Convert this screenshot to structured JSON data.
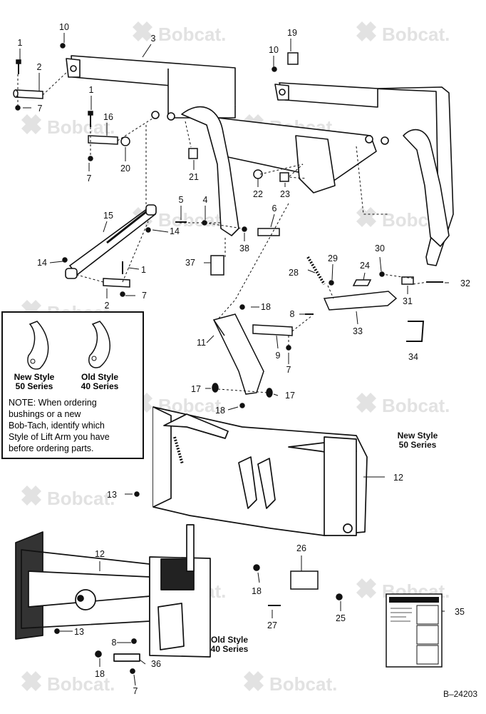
{
  "watermark": {
    "text": "Bobcat."
  },
  "callouts": [
    {
      "id": "c1",
      "n": "1"
    },
    {
      "id": "c10a",
      "n": "10"
    },
    {
      "id": "c3",
      "n": "3"
    },
    {
      "id": "c19",
      "n": "19"
    },
    {
      "id": "c10b",
      "n": "10"
    },
    {
      "id": "c2a",
      "n": "2"
    },
    {
      "id": "c7a",
      "n": "7"
    },
    {
      "id": "c1b",
      "n": "1"
    },
    {
      "id": "c16",
      "n": "16"
    },
    {
      "id": "c7b",
      "n": "7"
    },
    {
      "id": "c20",
      "n": "20"
    },
    {
      "id": "c21",
      "n": "21"
    },
    {
      "id": "c22",
      "n": "22"
    },
    {
      "id": "c23",
      "n": "23"
    },
    {
      "id": "c15",
      "n": "15"
    },
    {
      "id": "c5",
      "n": "5"
    },
    {
      "id": "c4",
      "n": "4"
    },
    {
      "id": "c6",
      "n": "6"
    },
    {
      "id": "c14a",
      "n": "14"
    },
    {
      "id": "c38",
      "n": "38"
    },
    {
      "id": "c14b",
      "n": "14"
    },
    {
      "id": "c37",
      "n": "37"
    },
    {
      "id": "c1c",
      "n": "1"
    },
    {
      "id": "c2b",
      "n": "2"
    },
    {
      "id": "c7c",
      "n": "7"
    },
    {
      "id": "c29",
      "n": "29"
    },
    {
      "id": "c30",
      "n": "30"
    },
    {
      "id": "c28",
      "n": "28"
    },
    {
      "id": "c24",
      "n": "24"
    },
    {
      "id": "c32",
      "n": "32"
    },
    {
      "id": "c31",
      "n": "31"
    },
    {
      "id": "c18a",
      "n": "18"
    },
    {
      "id": "c8a",
      "n": "8"
    },
    {
      "id": "c33",
      "n": "33"
    },
    {
      "id": "c11",
      "n": "11"
    },
    {
      "id": "c9",
      "n": "9"
    },
    {
      "id": "c7d",
      "n": "7"
    },
    {
      "id": "c34",
      "n": "34"
    },
    {
      "id": "c17a",
      "n": "17"
    },
    {
      "id": "c17b",
      "n": "17"
    },
    {
      "id": "c18b",
      "n": "18"
    },
    {
      "id": "c12a",
      "n": "12"
    },
    {
      "id": "c13a",
      "n": "13"
    },
    {
      "id": "c12b",
      "n": "12"
    },
    {
      "id": "c26",
      "n": "26"
    },
    {
      "id": "c18c",
      "n": "18"
    },
    {
      "id": "c25",
      "n": "25"
    },
    {
      "id": "c27",
      "n": "27"
    },
    {
      "id": "c35",
      "n": "35"
    },
    {
      "id": "c13b",
      "n": "13"
    },
    {
      "id": "c8b",
      "n": "8"
    },
    {
      "id": "c36",
      "n": "36"
    },
    {
      "id": "c18d",
      "n": "18"
    },
    {
      "id": "c7e",
      "n": "7"
    }
  ],
  "inset": {
    "new_style_line1": "New Style",
    "new_style_line2": "50 Series",
    "old_style_line1": "Old Style",
    "old_style_line2": "40 Series",
    "note_lines": [
      "NOTE: When ordering",
      "bushings or a new",
      "Bob-Tach, identify which",
      "Style of Lift Arm you have",
      "before ordering parts."
    ]
  },
  "labels": {
    "new_style_line1": "New Style",
    "new_style_line2": "50 Series",
    "old_style_line1": "Old Style",
    "old_style_line2": "40 Series"
  },
  "figure_number": "B–24203",
  "colors": {
    "ink": "#111111",
    "watermark": "#e4e4e4",
    "paper": "#ffffff"
  }
}
